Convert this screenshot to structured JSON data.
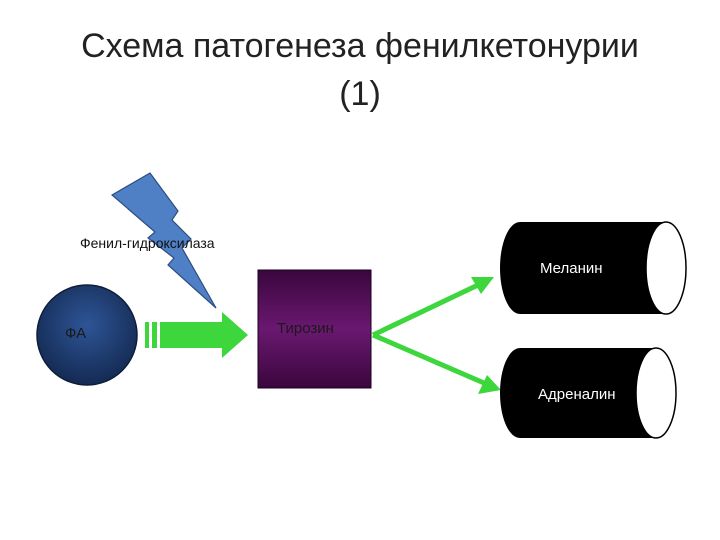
{
  "title": {
    "line1": "Схема патогенеза фенилкетонурии",
    "line2": "(1)"
  },
  "enzyme": {
    "label": "Фенил-гидроксилаза",
    "icon": "lightning-bolt-icon"
  },
  "nodes": {
    "substrate": "ФА",
    "intermediate": "Тирозин",
    "product_top": "Меланин",
    "product_bottom": "Адреналин"
  },
  "colors": {
    "substrate_fill": "#1c3b6e",
    "intermediate_fill": "#4a0a4e",
    "product_fill": "#000000",
    "arrow": "#3dd63d",
    "bolt": "#4f7fc4"
  }
}
